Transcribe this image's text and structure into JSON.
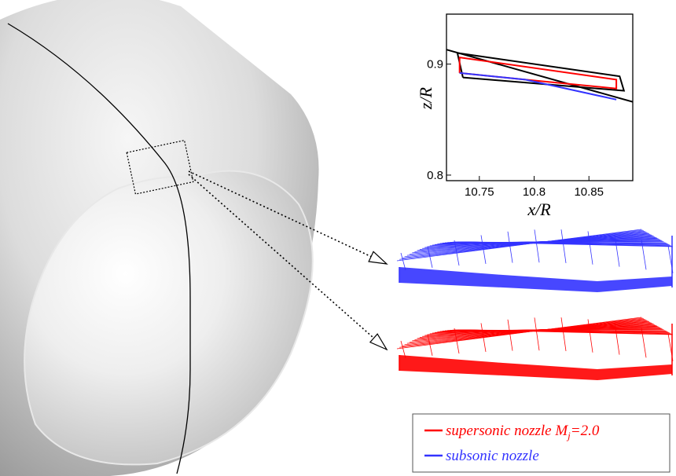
{
  "colors": {
    "supersonic": "#ff0000",
    "subsonic": "#3333ff",
    "body_outline": "#000000",
    "box_frame": "#000000"
  },
  "chart_data": {
    "type": "line",
    "xlabel": "x/R",
    "ylabel": "z/R",
    "xlim": [
      10.72,
      10.89
    ],
    "ylim": [
      0.795,
      0.945
    ],
    "x_ticks": [
      "10.75",
      "10.8",
      "10.85"
    ],
    "x_tick_values": [
      10.75,
      10.8,
      10.85
    ],
    "y_ticks": [
      "0.8",
      "0.9"
    ],
    "y_tick_values": [
      0.8,
      0.9
    ],
    "series": [
      {
        "color": "#000000",
        "x": [
          10.72,
          10.89
        ],
        "y": [
          0.913,
          0.866
        ]
      },
      {
        "color": "#000000",
        "x": [
          10.735,
          10.73,
          10.878,
          10.882,
          10.735
        ],
        "y": [
          0.888,
          0.91,
          0.889,
          0.876,
          0.888
        ]
      },
      {
        "color": "#ff0000",
        "x": [
          10.732,
          10.732,
          10.875,
          10.875,
          10.792,
          10.732
        ],
        "y": [
          0.892,
          0.906,
          0.886,
          0.878,
          0.886,
          0.892
        ]
      },
      {
        "color": "#3333ff",
        "x": [
          10.732,
          10.792,
          10.875
        ],
        "y": [
          0.892,
          0.886,
          0.868
        ]
      }
    ]
  },
  "legend": {
    "entries": [
      {
        "prefix": "supersonic nozzle M",
        "sub": "j",
        "suffix": "=2.0",
        "color": "#ff0000"
      },
      {
        "prefix": "subsonic nozzle",
        "sub": "",
        "suffix": "",
        "color": "#3333ff"
      }
    ]
  }
}
